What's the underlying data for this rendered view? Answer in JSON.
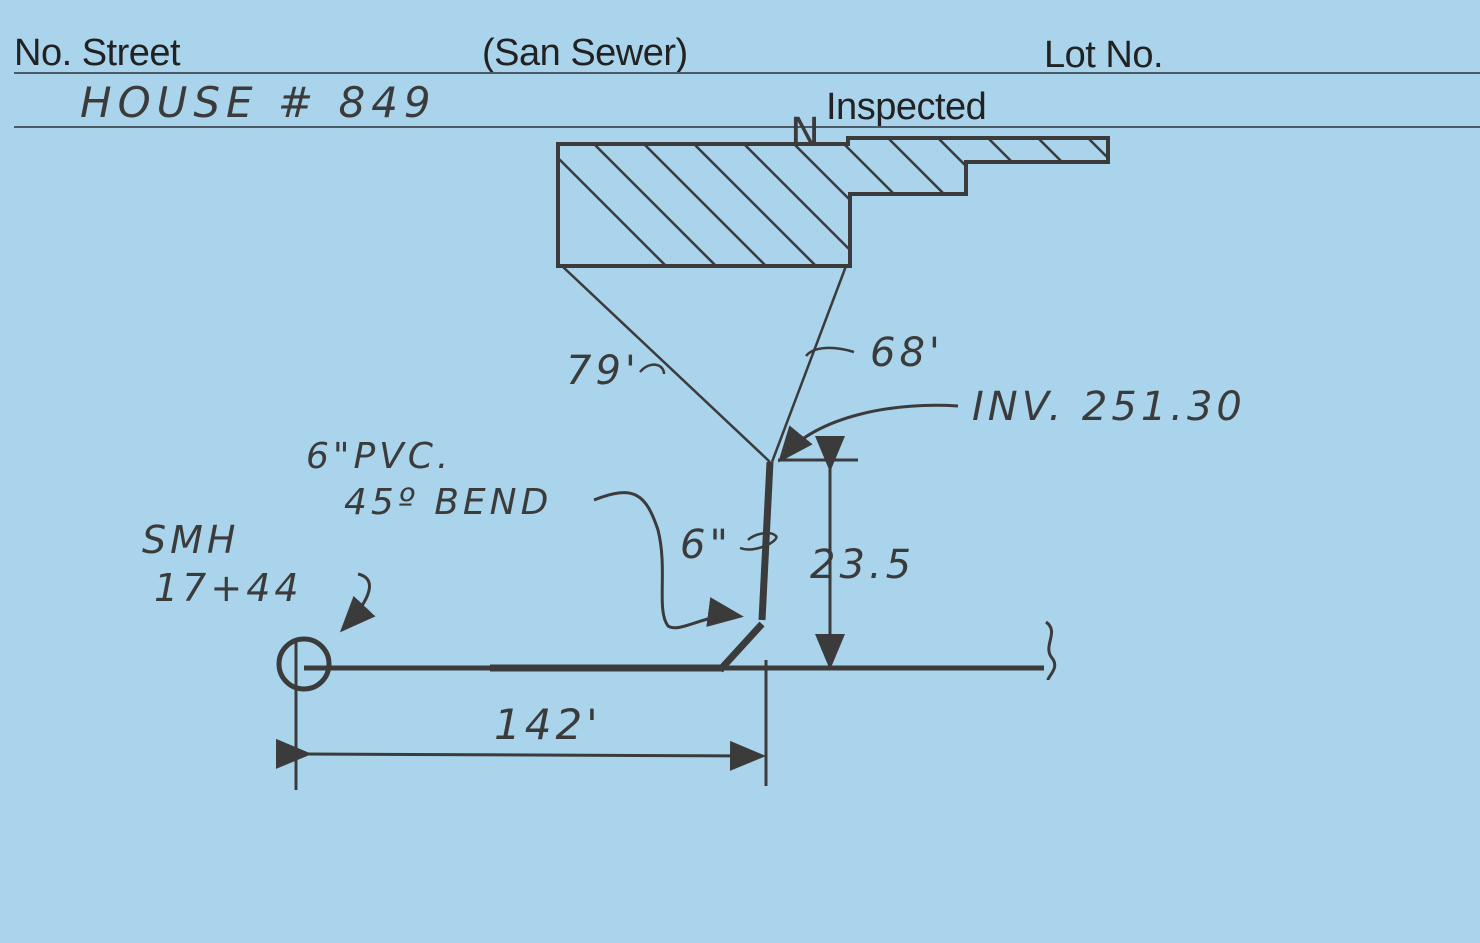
{
  "form": {
    "street_label": "No. Street",
    "sewer_label": "(San Sewer)",
    "lot_label": "Lot No.",
    "inspected_label": "Inspected"
  },
  "entry": {
    "house": "HOUSE # 849"
  },
  "sketch": {
    "north_mark": "N",
    "left_dim": "79'",
    "right_dim": "68'",
    "invert": "INV. 251.30",
    "pipe_line1": "6\"PVC.",
    "pipe_line2": "45º BEND",
    "pipe_size": "6\"",
    "depth": "23.5",
    "manhole_line1": "SMH",
    "manhole_line2": "17+44",
    "distance": "142'"
  },
  "colors": {
    "card": "#a9d4ec",
    "ink": "#3b3b3b",
    "print": "#222222"
  }
}
